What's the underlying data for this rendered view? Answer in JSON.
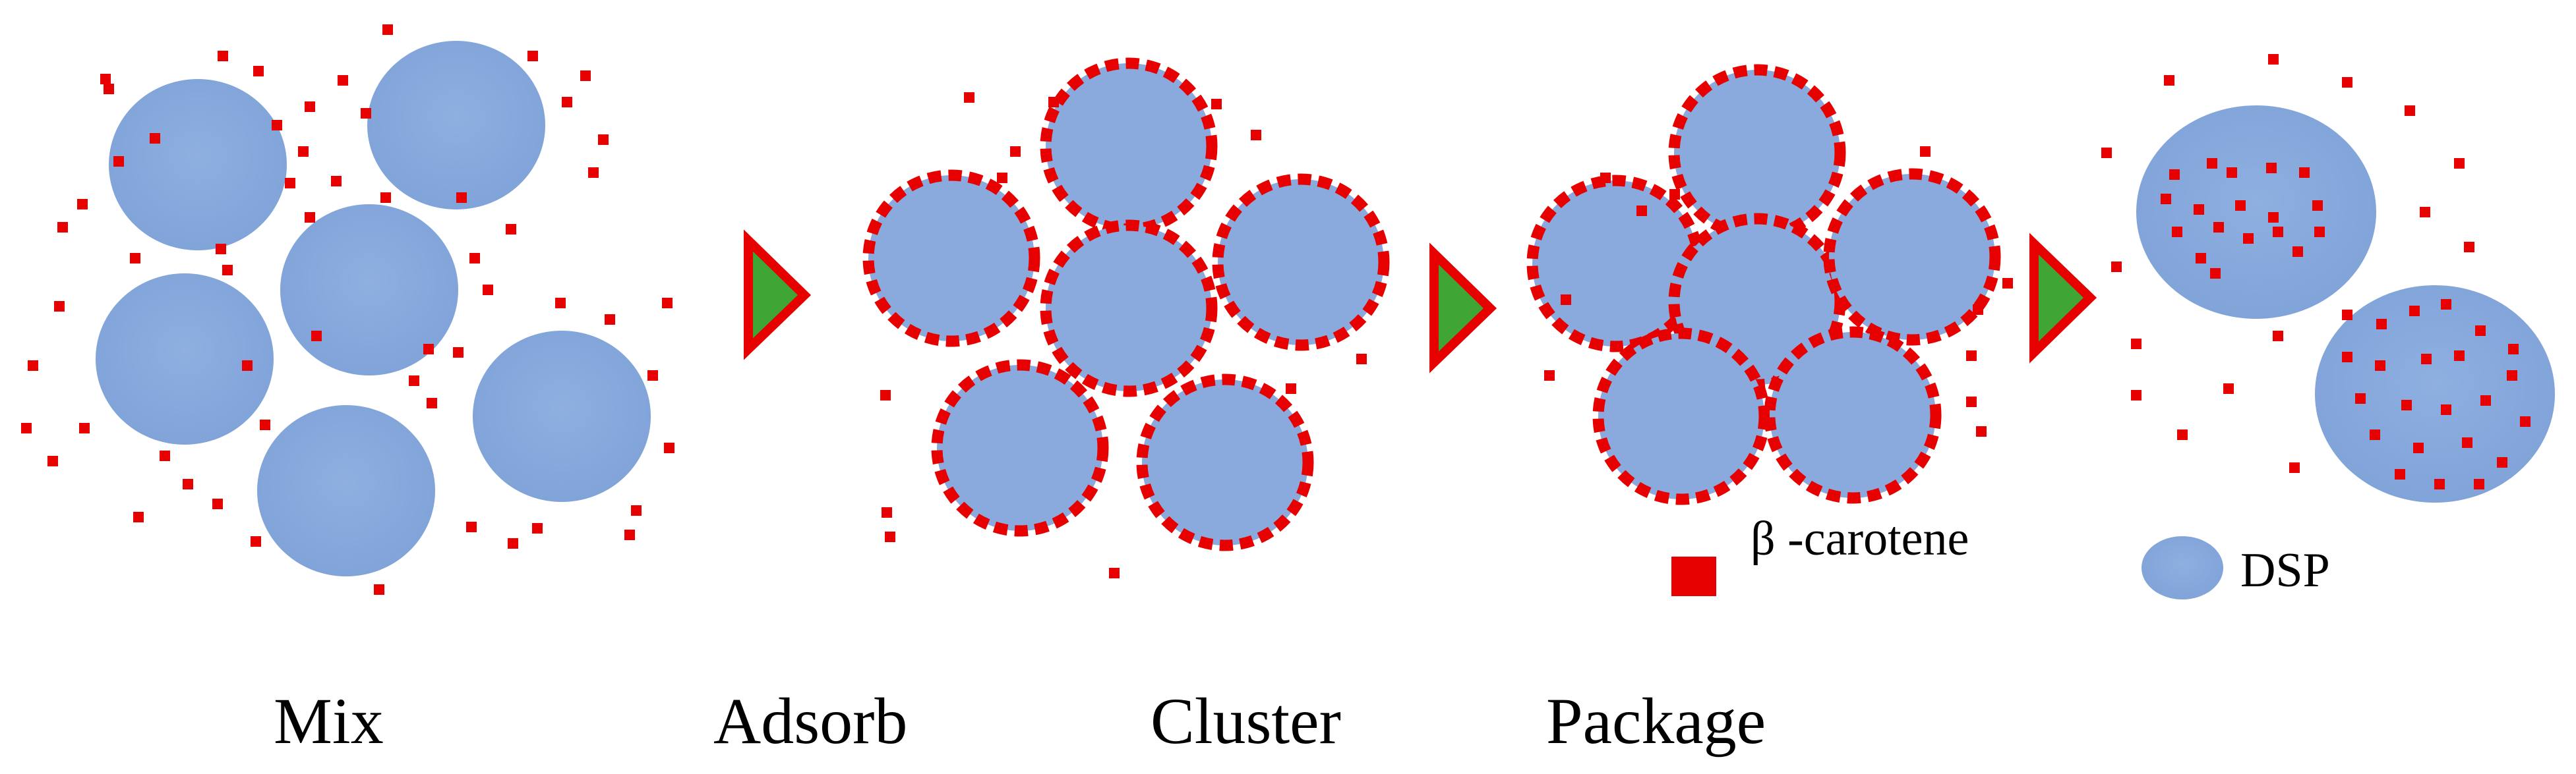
{
  "stages": [
    {
      "id": "mix",
      "label": "Mix"
    },
    {
      "id": "adsorb",
      "label": "Adsorb"
    },
    {
      "id": "cluster",
      "label": "Cluster"
    },
    {
      "id": "package",
      "label": "Package"
    }
  ],
  "legend": {
    "beta_carotene": "β -carotene",
    "dsp": "DSP"
  },
  "colors": {
    "dsp_particle": "#8aa9dc",
    "beta_carotene": "#e60000",
    "arrow_fill": "#3fa535",
    "arrow_outline": "#e60000"
  }
}
